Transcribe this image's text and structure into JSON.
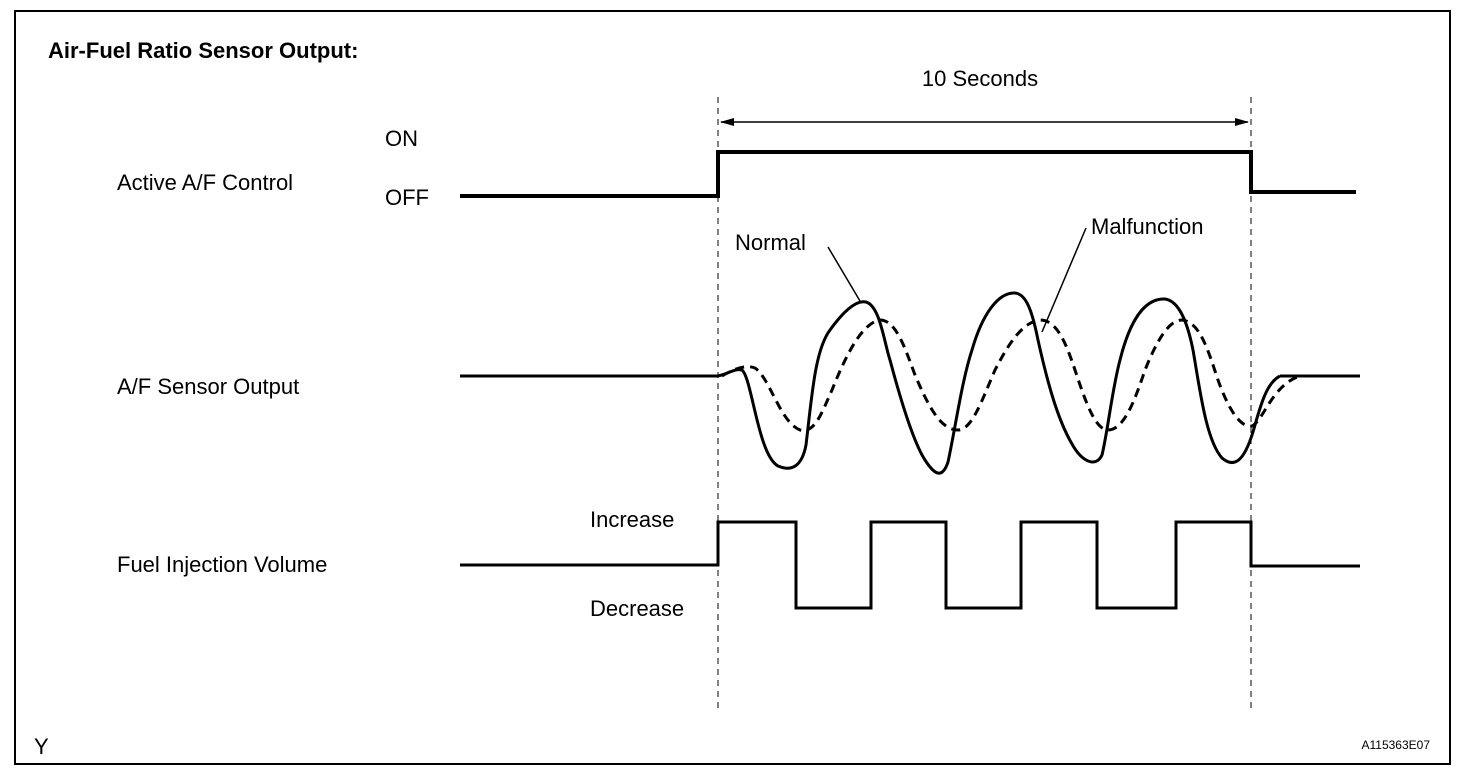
{
  "diagram": {
    "title": "Air-Fuel Ratio Sensor Output:",
    "duration_label": "10 Seconds",
    "signals": {
      "active_af_control": {
        "label": "Active A/F Control",
        "on_label": "ON",
        "off_label": "OFF"
      },
      "af_sensor_output": {
        "label": "A/F Sensor Output",
        "normal_label": "Normal",
        "malfunction_label": "Malfunction"
      },
      "fuel_injection_volume": {
        "label": "Fuel Injection Volume",
        "increase_label": "Increase",
        "decrease_label": "Decrease"
      }
    },
    "corner_mark": "Y",
    "figure_code": "A115363E07"
  },
  "colors": {
    "line": "#000000",
    "background": "#ffffff"
  }
}
